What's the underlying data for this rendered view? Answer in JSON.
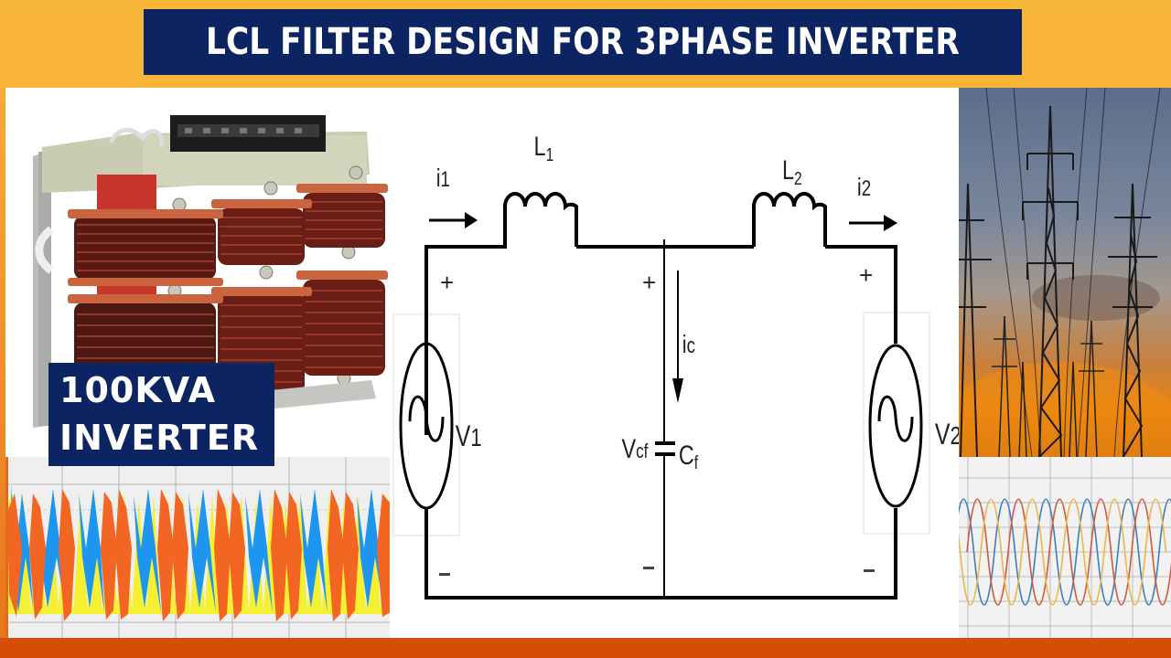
{
  "title": "LCL FILTER DESIGN FOR 3PHASE INVERTER",
  "product_label": {
    "line1": "100KVA",
    "line2": "INVERTER"
  },
  "schematic": {
    "inductor1": "L",
    "inductor1_sub": "1",
    "inductor2": "L",
    "inductor2_sub": "2",
    "current1": "i",
    "current1_sub": "1",
    "current2": "i",
    "current2_sub": "2",
    "capacitor_current": "i",
    "capacitor_current_sub": "c",
    "capacitor_voltage": "V",
    "capacitor_voltage_sub": "cf",
    "capacitor": "C",
    "capacitor_sub": "f",
    "source1": "V",
    "source1_sub": "1",
    "source2": "V",
    "source2_sub": "2",
    "plus": "+",
    "minus": "−"
  },
  "images": {
    "left_photo": "three-phase LCL inductor (reactor) with copper coils",
    "right_photo": "high-voltage transmission towers at sunset",
    "left_waveform": "distorted inverter output waveform (orange, blue, yellow)",
    "right_waveform": "filtered three-phase sinusoidal waveform (blue, red, yellow)"
  },
  "colors": {
    "background": "#f9b73a",
    "title_bg": "#0c2461",
    "bottom_bar": "#d44e0a",
    "wave_orange": "#f26522",
    "wave_blue": "#1e96f0",
    "wave_yellow": "#f5f032",
    "sine_blue": "#3a7fc0",
    "sine_red": "#d0593c",
    "sine_yellow": "#e8b84a"
  }
}
